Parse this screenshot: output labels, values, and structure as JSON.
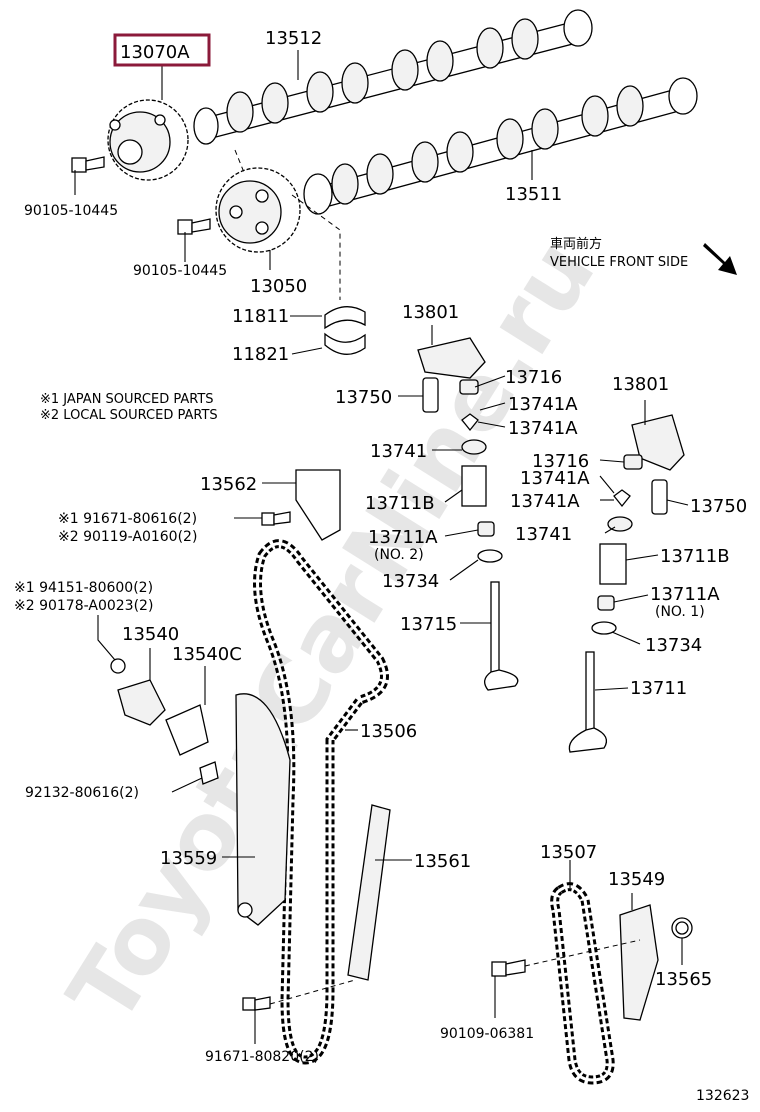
{
  "watermark": "ToyotaCarNine.ru",
  "diagram_id": "132623",
  "front_note": {
    "japanese": "車両前方",
    "english": "VEHICLE FRONT SIDE"
  },
  "notes": [
    "※1 JAPAN SOURCED PARTS",
    "※2 LOCAL SOURCED PARTS"
  ],
  "highlight_color": "#8b1a3a",
  "labels": {
    "p13070A": "13070A",
    "p13512": "13512",
    "p13511": "13511",
    "p90105a": "90105-10445",
    "p90105b": "90105-10445",
    "p13050": "13050",
    "p11811": "11811",
    "p11821": "11821",
    "p13801a": "13801",
    "p13716a": "13716",
    "p13750a": "13750",
    "p13741Aa": "13741A",
    "p13741Ab": "13741A",
    "p13741a": "13741",
    "p13711Ba": "13711B",
    "p13711Aa": "13711A",
    "p13711Aa_sub": "(NO. 2)",
    "p13734a": "13734",
    "p13715": "13715",
    "p13801b": "13801",
    "p13716b": "13716",
    "p13741Ac": "13741A",
    "p13741Ad": "13741A",
    "p13750b": "13750",
    "p13741b": "13741",
    "p13711Bb": "13711B",
    "p13711Ab": "13711A",
    "p13711Ab_sub": "(NO. 1)",
    "p13734b": "13734",
    "p13711": "13711",
    "p13562": "13562",
    "p91671a": "※1 91671-80616(2)",
    "p90119": "※2 90119-A0160(2)",
    "p94151": "※1 94151-80600(2)",
    "p90178": "※2 90178-A0023(2)",
    "p13540": "13540",
    "p13540C": "13540C",
    "p13506": "13506",
    "p92132": "92132-80616(2)",
    "p13559": "13559",
    "p13561": "13561",
    "p13507": "13507",
    "p13549": "13549",
    "p13565": "13565",
    "p90109": "90109-06381",
    "p91671b": "91671-80820(2)"
  }
}
